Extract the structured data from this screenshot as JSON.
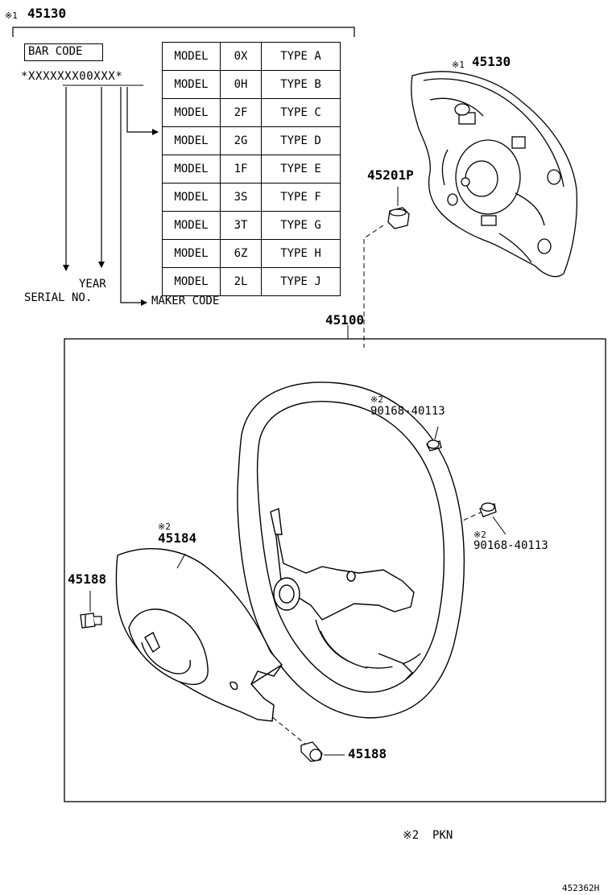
{
  "labels": {
    "top_mark": "※1",
    "top_part": "45130",
    "bar_code": "BAR CODE",
    "bar_pattern": "*XXXXXXX00XXX*",
    "year": "YEAR",
    "serial": "SERIAL NO.",
    "maker": "MAKER CODE",
    "pad_mark": "※1",
    "pad_part": "45130",
    "nut_part": "45201P",
    "wheel_part": "45100",
    "bolt1_mark": "※2",
    "bolt1_part": "90168-40113",
    "bolt2_mark": "※2",
    "bolt2_part": "90168-40113",
    "cover_mark": "※2",
    "cover_part": "45184",
    "clip_part": "45188",
    "screw_part": "45188",
    "legend": "※2  PKN",
    "drawing_no": "452362H"
  },
  "code_table": [
    {
      "model": "MODEL",
      "code": "0X",
      "type": "TYPE A"
    },
    {
      "model": "MODEL",
      "code": "0H",
      "type": "TYPE B"
    },
    {
      "model": "MODEL",
      "code": "2F",
      "type": "TYPE C"
    },
    {
      "model": "MODEL",
      "code": "2G",
      "type": "TYPE D"
    },
    {
      "model": "MODEL",
      "code": "1F",
      "type": "TYPE E"
    },
    {
      "model": "MODEL",
      "code": "3S",
      "type": "TYPE F"
    },
    {
      "model": "MODEL",
      "code": "3T",
      "type": "TYPE G"
    },
    {
      "model": "MODEL",
      "code": "6Z",
      "type": "TYPE H"
    },
    {
      "model": "MODEL",
      "code": "2L",
      "type": "TYPE J"
    }
  ]
}
